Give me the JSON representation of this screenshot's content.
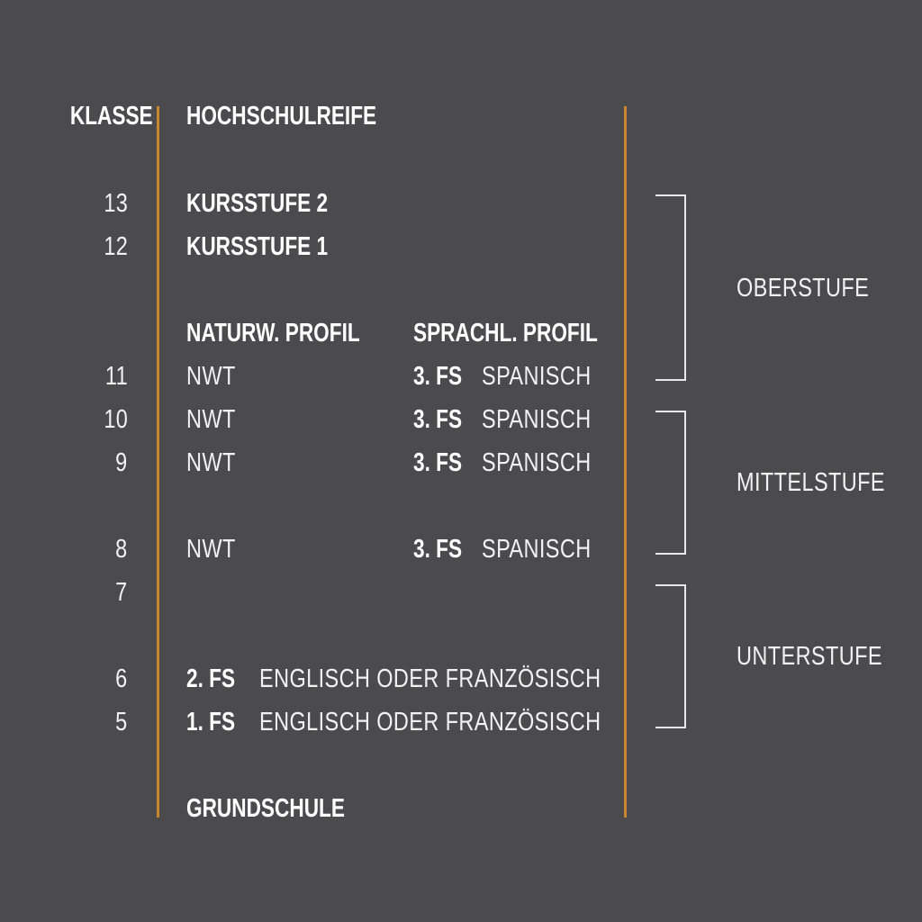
{
  "colors": {
    "background": "#4b4b4d",
    "accent": "#c9862f",
    "text": "#ffffff",
    "text_light": "#f2f2f2",
    "bracket": "#e8e8e8"
  },
  "header": {
    "klasse": "KLASSE",
    "hochschulreife": "HOCHSCHULREIFE"
  },
  "kursstufe": {
    "row13": {
      "number": "13",
      "label": "KURSSTUFE 2"
    },
    "row12": {
      "number": "12",
      "label": "KURSSTUFE 1"
    }
  },
  "profile_header": {
    "naturw": "NATURW. PROFIL",
    "sprachl": "SPRACHL. PROFIL"
  },
  "profile_rows": [
    {
      "number": "11",
      "naturw": "NWT",
      "fs": "3. FS",
      "language": "SPANISCH"
    },
    {
      "number": "10",
      "naturw": "NWT",
      "fs": "3. FS",
      "language": "SPANISCH"
    },
    {
      "number": "9",
      "naturw": "NWT",
      "fs": "3. FS",
      "language": "SPANISCH"
    },
    {
      "number": "8",
      "naturw": "NWT",
      "fs": "3. FS",
      "language": "SPANISCH"
    }
  ],
  "row7": {
    "number": "7"
  },
  "fs_rows": [
    {
      "number": "6",
      "fs": "2. FS",
      "language": "ENGLISCH ODER FRANZÖSISCH"
    },
    {
      "number": "5",
      "fs": "1. FS",
      "language": "ENGLISCH ODER FRANZÖSISCH"
    }
  ],
  "footer": {
    "grundschule": "GRUNDSCHULE"
  },
  "stages": [
    {
      "label": "OBERSTUFE"
    },
    {
      "label": "MITTELSTUFE"
    },
    {
      "label": "UNTERSTUFE"
    }
  ]
}
